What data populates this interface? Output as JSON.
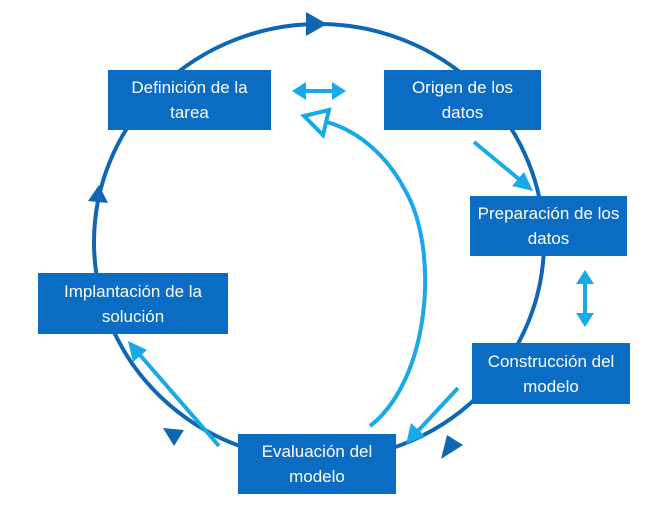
{
  "diagram": {
    "colors": {
      "cycle": "#0f67b4",
      "box_fill": "#0a6cc2",
      "box_text": "#ffffff",
      "flow_arrow": "#17a9e8"
    },
    "steps": [
      {
        "id": "definicion",
        "label": "Definición de la tarea"
      },
      {
        "id": "origen",
        "label": "Origen de los datos"
      },
      {
        "id": "preparacion",
        "label": "Preparación de los datos"
      },
      {
        "id": "construccion",
        "label": "Construcción del modelo"
      },
      {
        "id": "evaluacion",
        "label": "Evaluación del modelo"
      },
      {
        "id": "implantacion",
        "label": "Implantación de la solución"
      }
    ]
  }
}
